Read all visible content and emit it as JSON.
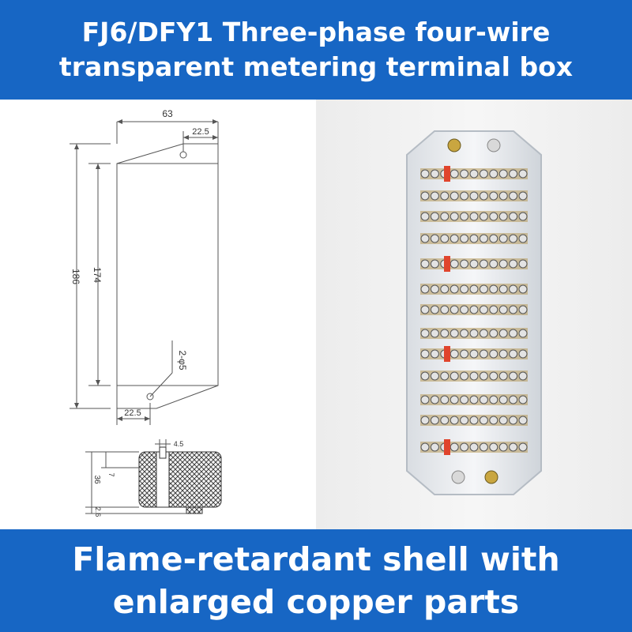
{
  "header": {
    "line1": "FJ6/DFY1 Three-phase four-wire",
    "line2": "transparent metering terminal box"
  },
  "footer": {
    "line1": "Flame-retardant shell with",
    "line2": "enlarged copper parts"
  },
  "drawing": {
    "dim_width": "63",
    "dim_top_offset": "22.5",
    "dim_height_outer": "186",
    "dim_height_inner": "174",
    "dim_hole": "2-φ5",
    "dim_bottom_offset": "22.5",
    "dim_slot": "4.5",
    "dim_depth": "36",
    "dim_slot_depth": "7",
    "dim_base": "2.6"
  },
  "photo": {
    "icon": "terminal-box-photo"
  }
}
